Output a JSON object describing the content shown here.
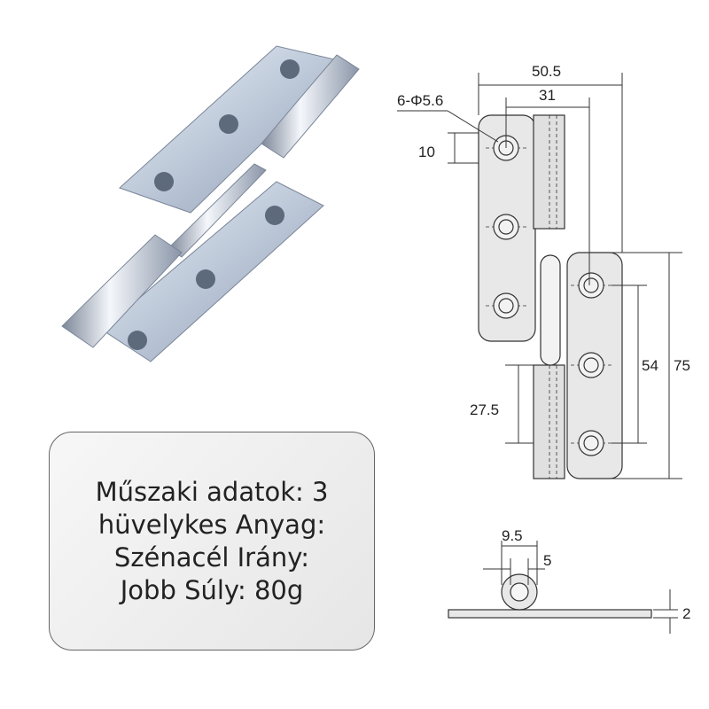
{
  "spec": {
    "lines": [
      "Műszaki adatok: 3",
      "hüvelykes Anyag:",
      "Szénacél Irány:",
      "Jobb Súly: 80g"
    ]
  },
  "dimensions": {
    "overall_width": "50.5",
    "knuckle_offset": "31",
    "holes": "6-Φ5.6",
    "hole_edge": "10",
    "hole_span": "54",
    "height": "75",
    "knuckle_length": "27.5",
    "knuckle_diameter": "9.5",
    "pin_diameter": "5",
    "thickness": "2"
  },
  "colors": {
    "metal": "#c9d3e0",
    "drawing_fill": "#e8e8e8",
    "line": "#333333"
  }
}
